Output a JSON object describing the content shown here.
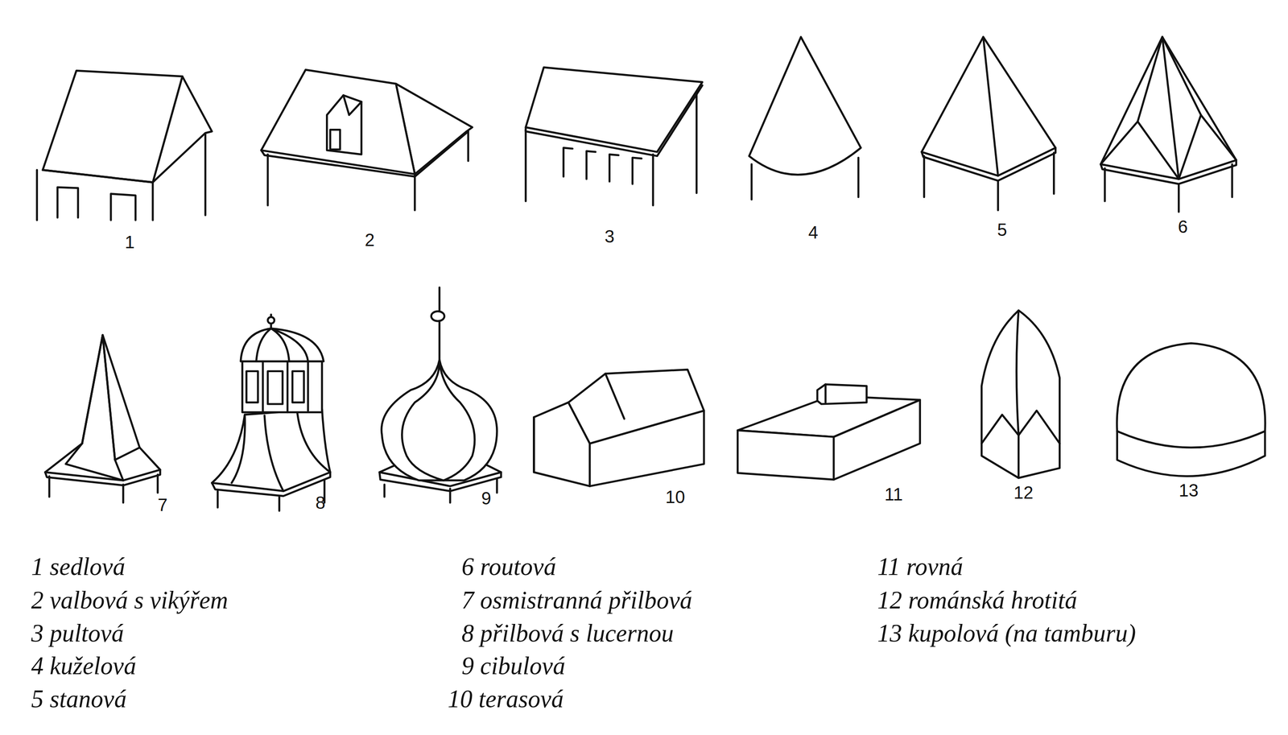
{
  "diagram": {
    "labels": [
      "1",
      "2",
      "3",
      "4",
      "5",
      "6",
      "7",
      "8",
      "9",
      "10",
      "11",
      "12",
      "13",
      "1 sedlová",
      "2 valbová s vikýřem",
      "3 pultová",
      "4 kuželová",
      "5 stanová",
      "6 routová",
      "7 osmistranná přilbová",
      "8 přilbová s lucernou",
      "9 cibulová",
      "10 terasová",
      "11 rovná",
      "12 románská hrotitá",
      "13 kupolová (na tamburu)"
    ]
  }
}
